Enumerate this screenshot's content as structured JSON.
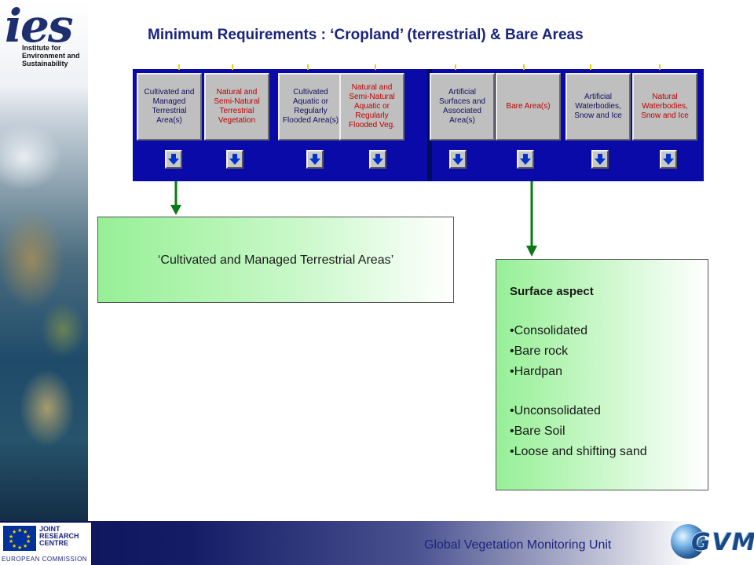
{
  "header": {
    "title": "Minimum Requirements : ‘Cropland’ (terrestrial) & Bare Areas",
    "logo": {
      "letters": "ies",
      "text": "Institute for\nEnvironment and\nSustainability"
    }
  },
  "categories": [
    {
      "label": "Cultivated and Managed Terrestrial Area(s)",
      "color": "black"
    },
    {
      "label": "Natural and Semi-Natural Terrestrial Vegetation",
      "color": "red"
    },
    {
      "label": "Cultivated Aquatic or Regularly Flooded Area(s)",
      "color": "black"
    },
    {
      "label": "Natural and Semi-Natural Aquatic or Regularly Flooded Veg.",
      "color": "red"
    },
    {
      "label": "Artificial Surfaces and Associated Area(s)",
      "color": "black"
    },
    {
      "label": "Bare Area(s)",
      "color": "red"
    },
    {
      "label": "Artificial Waterbodies, Snow and Ice",
      "color": "black"
    },
    {
      "label": "Natural Waterbodies, Snow and Ice",
      "color": "red"
    }
  ],
  "cultivated_box": {
    "text": "‘Cultivated and Managed Terrestrial Areas’"
  },
  "bare_box": {
    "heading": "Surface aspect",
    "items": [
      "•Consolidated",
      "•Bare rock",
      "•Hardpan",
      "•Unconsolidated",
      "•Bare Soil",
      "•Loose and shifting sand"
    ]
  },
  "footer": {
    "unit": "Global Vegetation Monitoring Unit",
    "jrc": "JOINT\nRESEARCH\nCENTRE",
    "ec": "EUROPEAN COMMISSION",
    "gvm": "GVM"
  },
  "colors": {
    "panel": "#0a0aa8",
    "arrow": "#0a7a14",
    "box_green": "#96f096",
    "title": "#1a237e"
  },
  "icons": [
    "arrow-down-icon",
    "eu-flag-icon",
    "globe-icon"
  ]
}
